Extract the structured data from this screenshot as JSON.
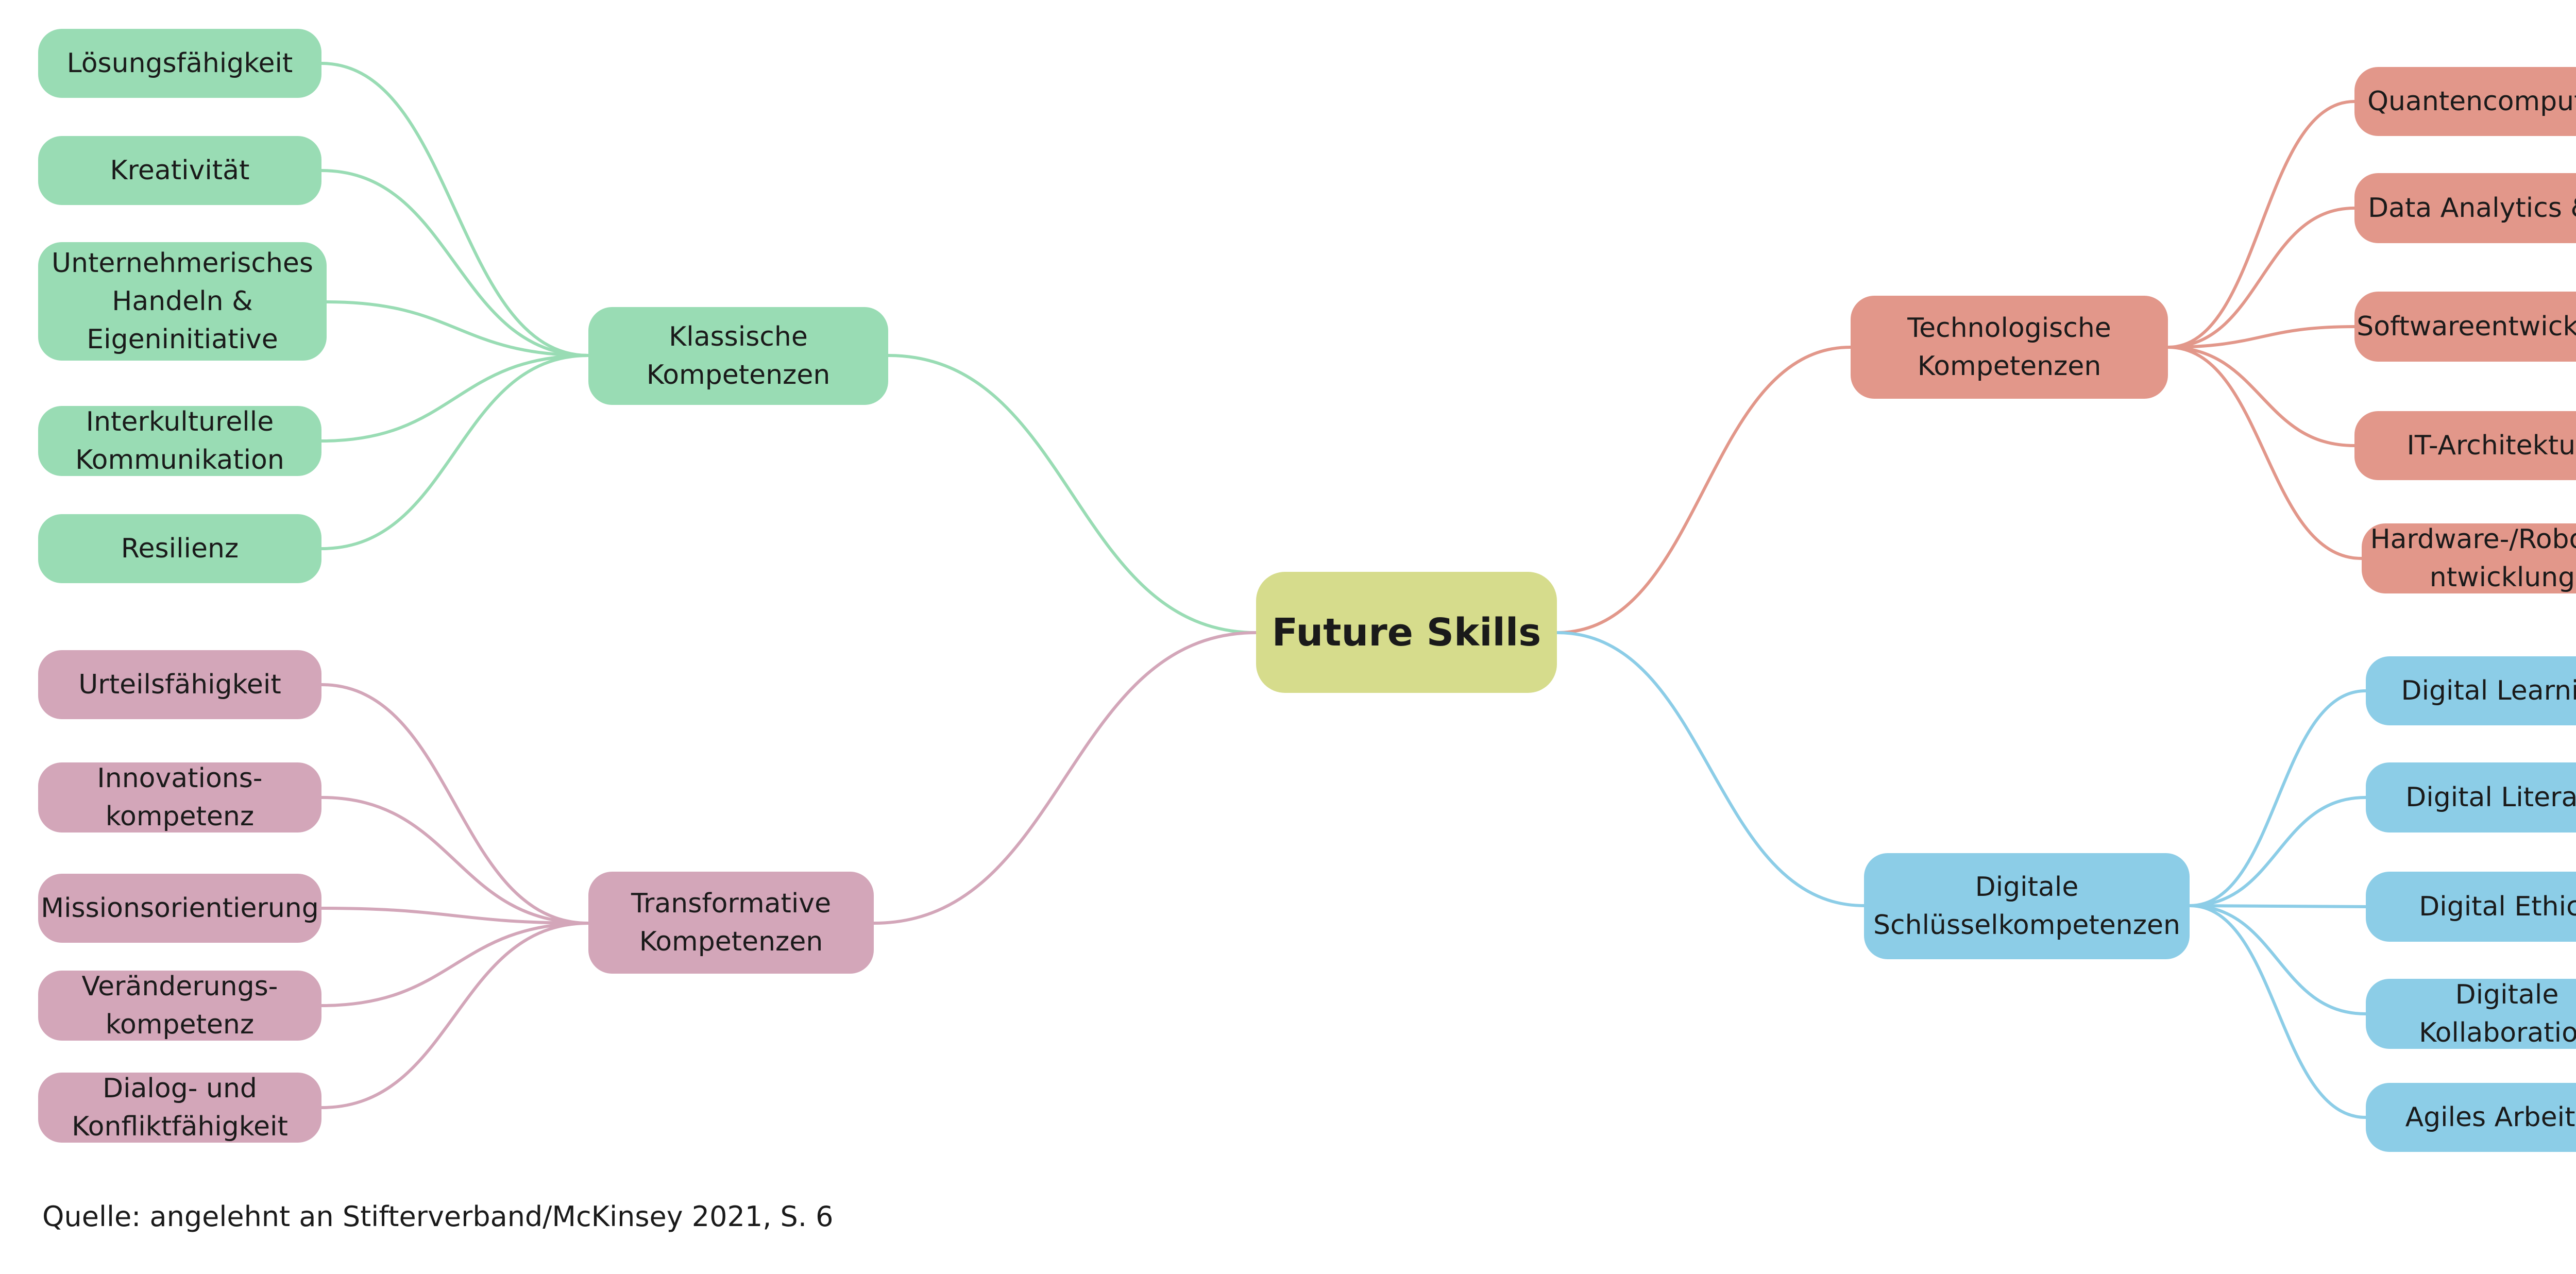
{
  "center": {
    "label": "Future Skills"
  },
  "branches": {
    "klassische": {
      "label": "Klassische\nKompetenzen",
      "color": "#99dcb4",
      "items": [
        "Lösungsfähigkeit",
        "Kreativität",
        "Unternehmerisches\nHandeln &\nEigeninitiative",
        "Interkulturelle\nKommunikation",
        "Resilienz"
      ]
    },
    "transformative": {
      "label": "Transformative\nKompetenzen",
      "color": "#d3a6b9",
      "items": [
        "Urteilsfähigkeit",
        "Innovations-\nkompetenz",
        "Missionsorientierung",
        "Veränderungs-\nkompetenz",
        "Dialog- und\nKonfliktfähigkeit"
      ]
    },
    "technologische": {
      "label": "Technologische\nKompetenzen",
      "color": "#e2978a",
      "items": [
        "Quantencomputing",
        "Data Analytics & KI",
        "Softwareentwicklung",
        "IT-Architektur",
        "Hardware-/Robotike\nntwicklung"
      ]
    },
    "digitale": {
      "label": "Digitale\nSchlüsselkompetenzen",
      "color": "#8ccde7",
      "items": [
        "Digital Learning",
        "Digital Literacy",
        "Digital Ethics",
        "Digitale\nKollaboration",
        "Agiles Arbeiten"
      ]
    }
  },
  "source": "Quelle: angelehnt an Stifterverband/McKinsey 2021, S. 6"
}
